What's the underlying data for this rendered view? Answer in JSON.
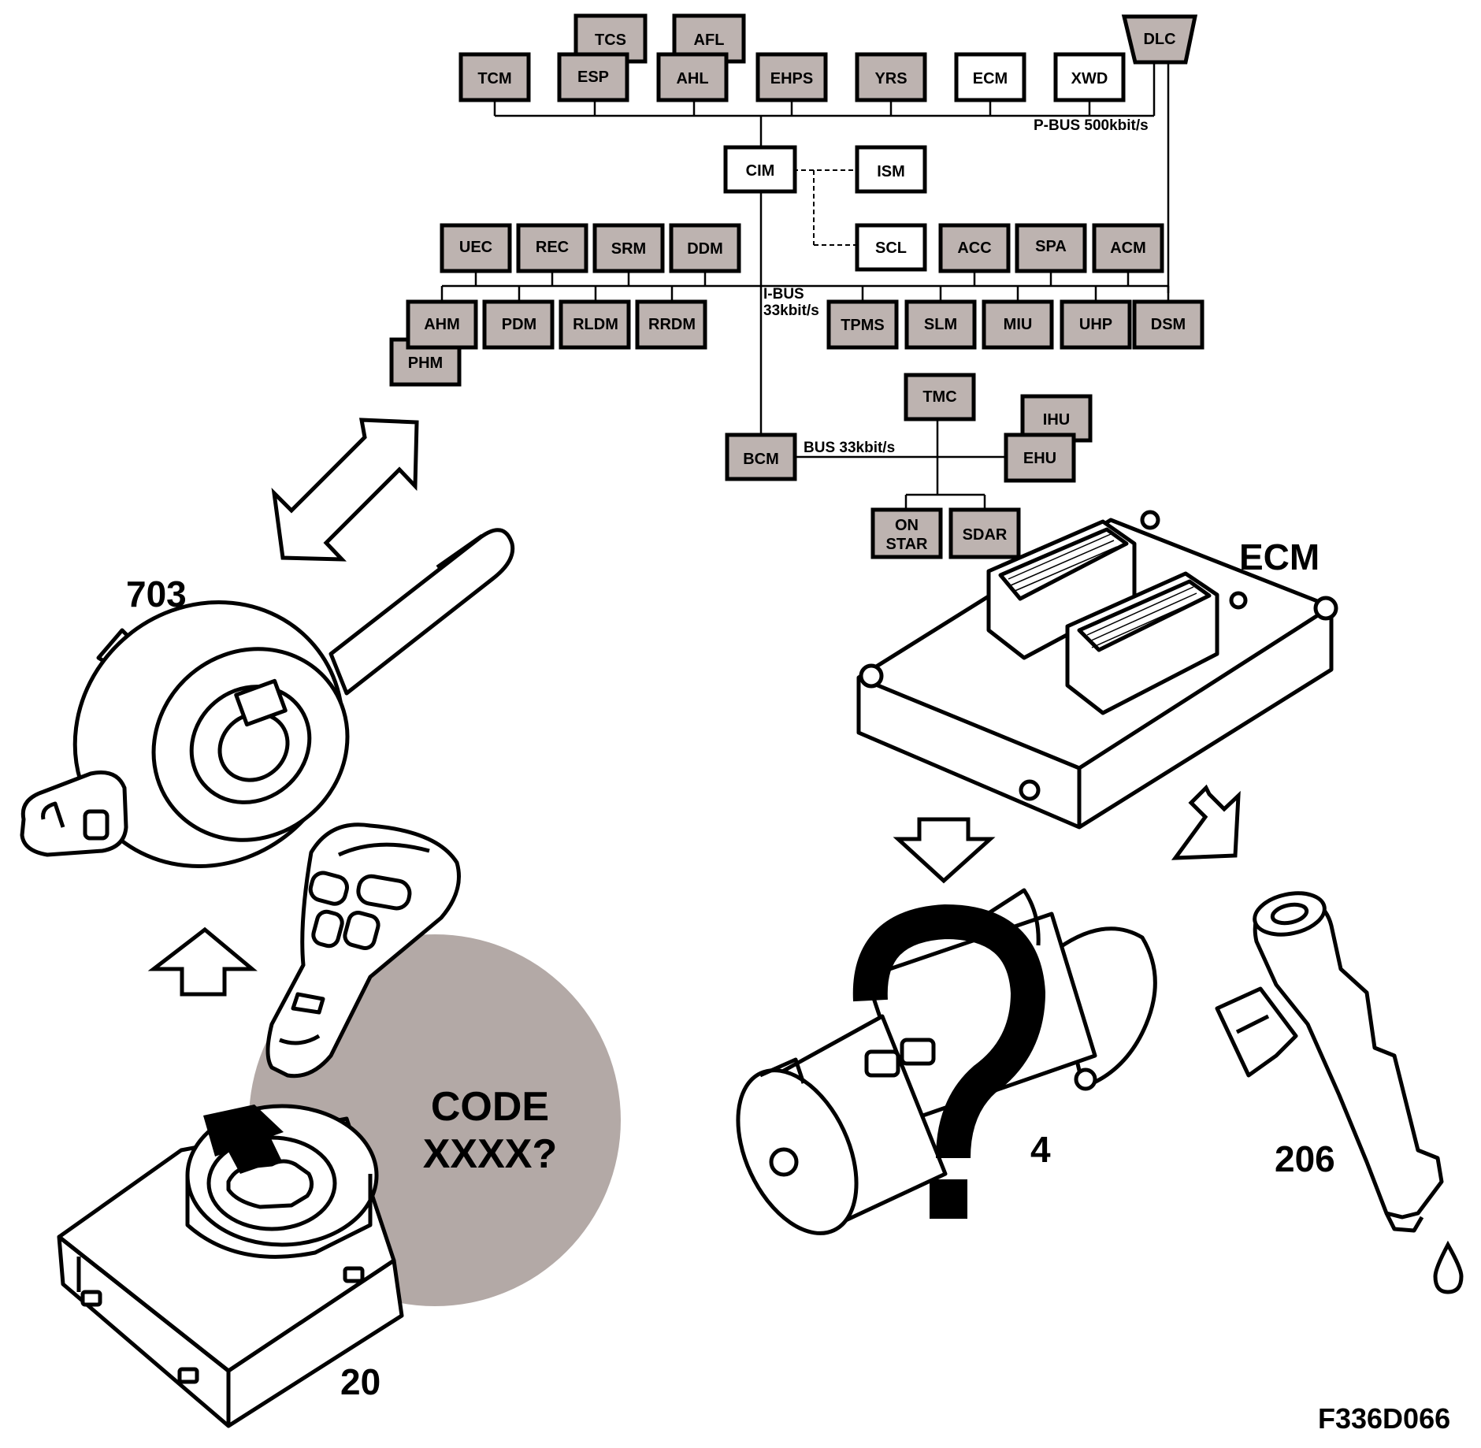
{
  "colors": {
    "module_gray": "#bdb3b0",
    "highlight_circle": "#b3a9a6",
    "line": "#000000"
  },
  "network": {
    "pbus_label": "P-BUS 500kbit/s",
    "ibus_label_1": "I-BUS",
    "ibus_label_2": "33kbit/s",
    "bus_label": "BUS 33kbit/s",
    "modules": {
      "tcs": "TCS",
      "afl": "AFL",
      "dlc": "DLC",
      "tcm": "TCM",
      "esp": "ESP",
      "ahl": "AHL",
      "ehps": "EHPS",
      "yrs": "YRS",
      "ecm": "ECM",
      "xwd": "XWD",
      "cim": "CIM",
      "ism": "ISM",
      "scl": "SCL",
      "uec": "UEC",
      "rec": "REC",
      "srm": "SRM",
      "ddm": "DDM",
      "acc": "ACC",
      "spa": "SPA",
      "acm": "ACM",
      "ahm": "AHM",
      "pdm": "PDM",
      "rldm": "RLDM",
      "rrdm": "RRDM",
      "phm": "PHM",
      "tpms": "TPMS",
      "slm": "SLM",
      "miu": "MIU",
      "uhp": "UHP",
      "dsm": "DSM",
      "tmc": "TMC",
      "ihu": "IHU",
      "ehu": "EHU",
      "bcm": "BCM",
      "onstar_1": "ON",
      "onstar_2": "STAR",
      "sdar": "SDAR"
    }
  },
  "components": {
    "ecm_label": "ECM",
    "switch_label": "703",
    "ignition_label": "20",
    "starter_label": "4",
    "injector_label": "206",
    "code_line_1": "CODE",
    "code_line_2": "XXXX?"
  },
  "figure_id": "F336D066"
}
